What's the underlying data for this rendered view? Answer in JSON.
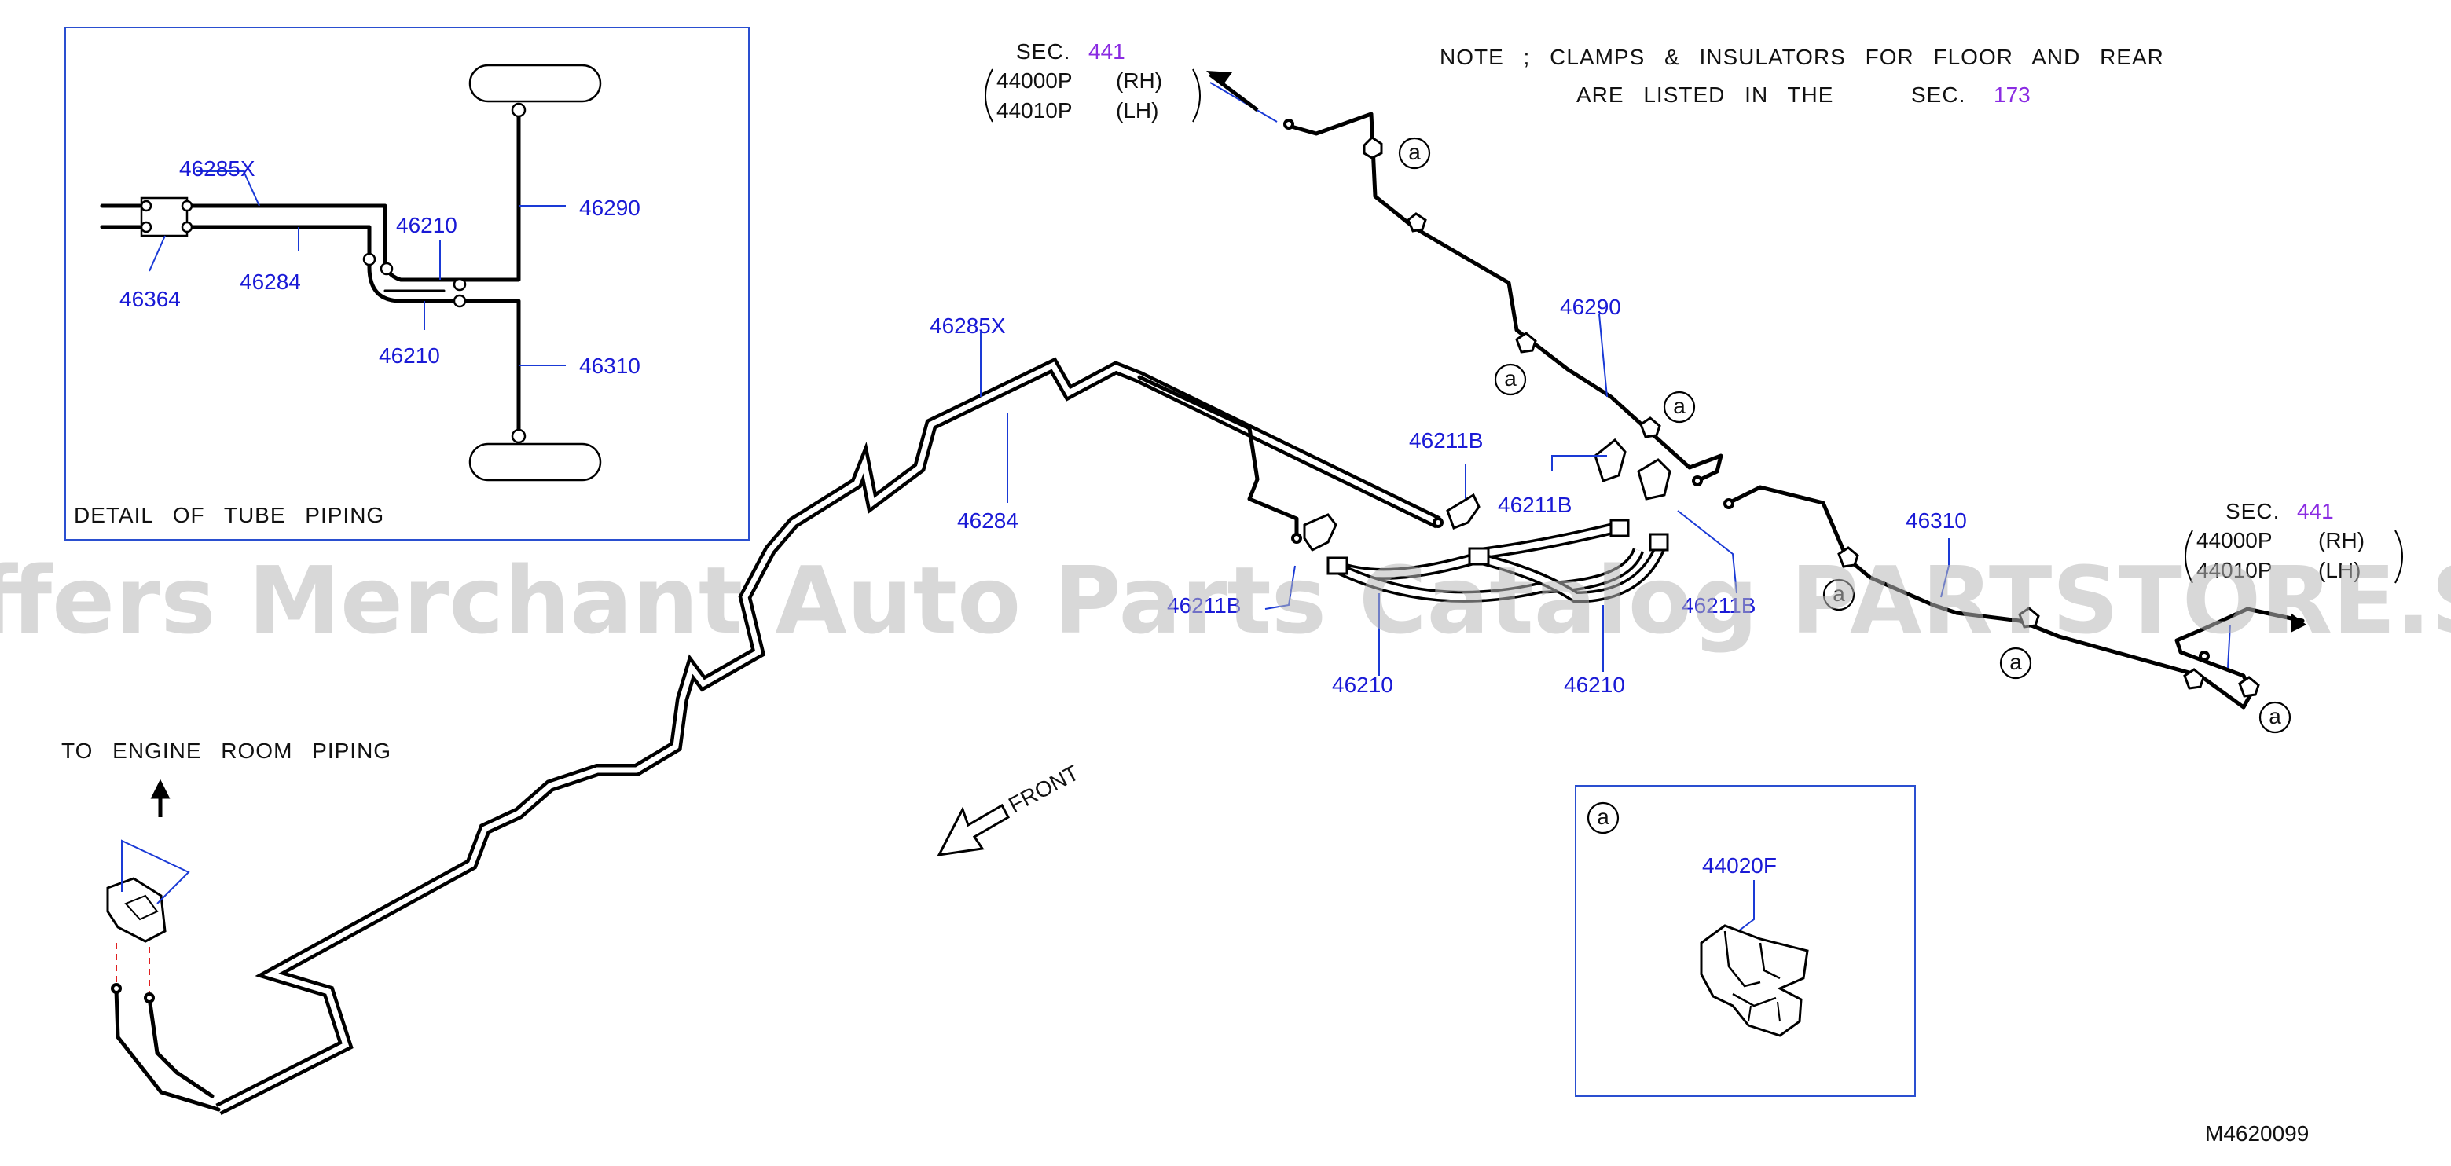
{
  "top_left_sec": {
    "prefix": "SEC.",
    "number": "441",
    "line1_part": "44000P",
    "line1_side": "(RH)",
    "line2_part": "44010P",
    "line2_side": "(LH)"
  },
  "right_sec": {
    "prefix": "SEC.",
    "number": "441",
    "line1_part": "44000P",
    "line1_side": "(RH)",
    "line2_part": "44010P",
    "line2_side": "(LH)"
  },
  "note": {
    "line1": "NOTE ; CLAMPS & INSULATORS FOR FLOOR AND REAR",
    "line2_text": "ARE LISTED IN THE",
    "line2_sec": "SEC.",
    "line2_number": "173"
  },
  "detail_box": {
    "title": "DETAIL OF TUBE PIPING",
    "labels": {
      "p46285x": "46285X",
      "p46364": "46364",
      "p46284": "46284",
      "p46210a": "46210",
      "p46210b": "46210",
      "p46290": "46290",
      "p46310": "46310"
    }
  },
  "main_labels": {
    "p46285x": "46285X",
    "p46284": "46284",
    "p46290": "46290",
    "p46211b_a": "46211B",
    "p46211b_b": "46211B",
    "p46211b_c": "46211B",
    "p46211b_d": "46211B",
    "p46210_a": "46210",
    "p46210_b": "46210",
    "p46310": "46310"
  },
  "engine_room": "TO ENGINE ROOM PIPING",
  "front": "FRONT",
  "clip_box": {
    "ref": "a",
    "part": "44020F"
  },
  "clamp_ref": "a",
  "drawing_number": "M4620099",
  "watermark": "Offers Merchant Auto Parts Catalog PARTSTORE.SA"
}
